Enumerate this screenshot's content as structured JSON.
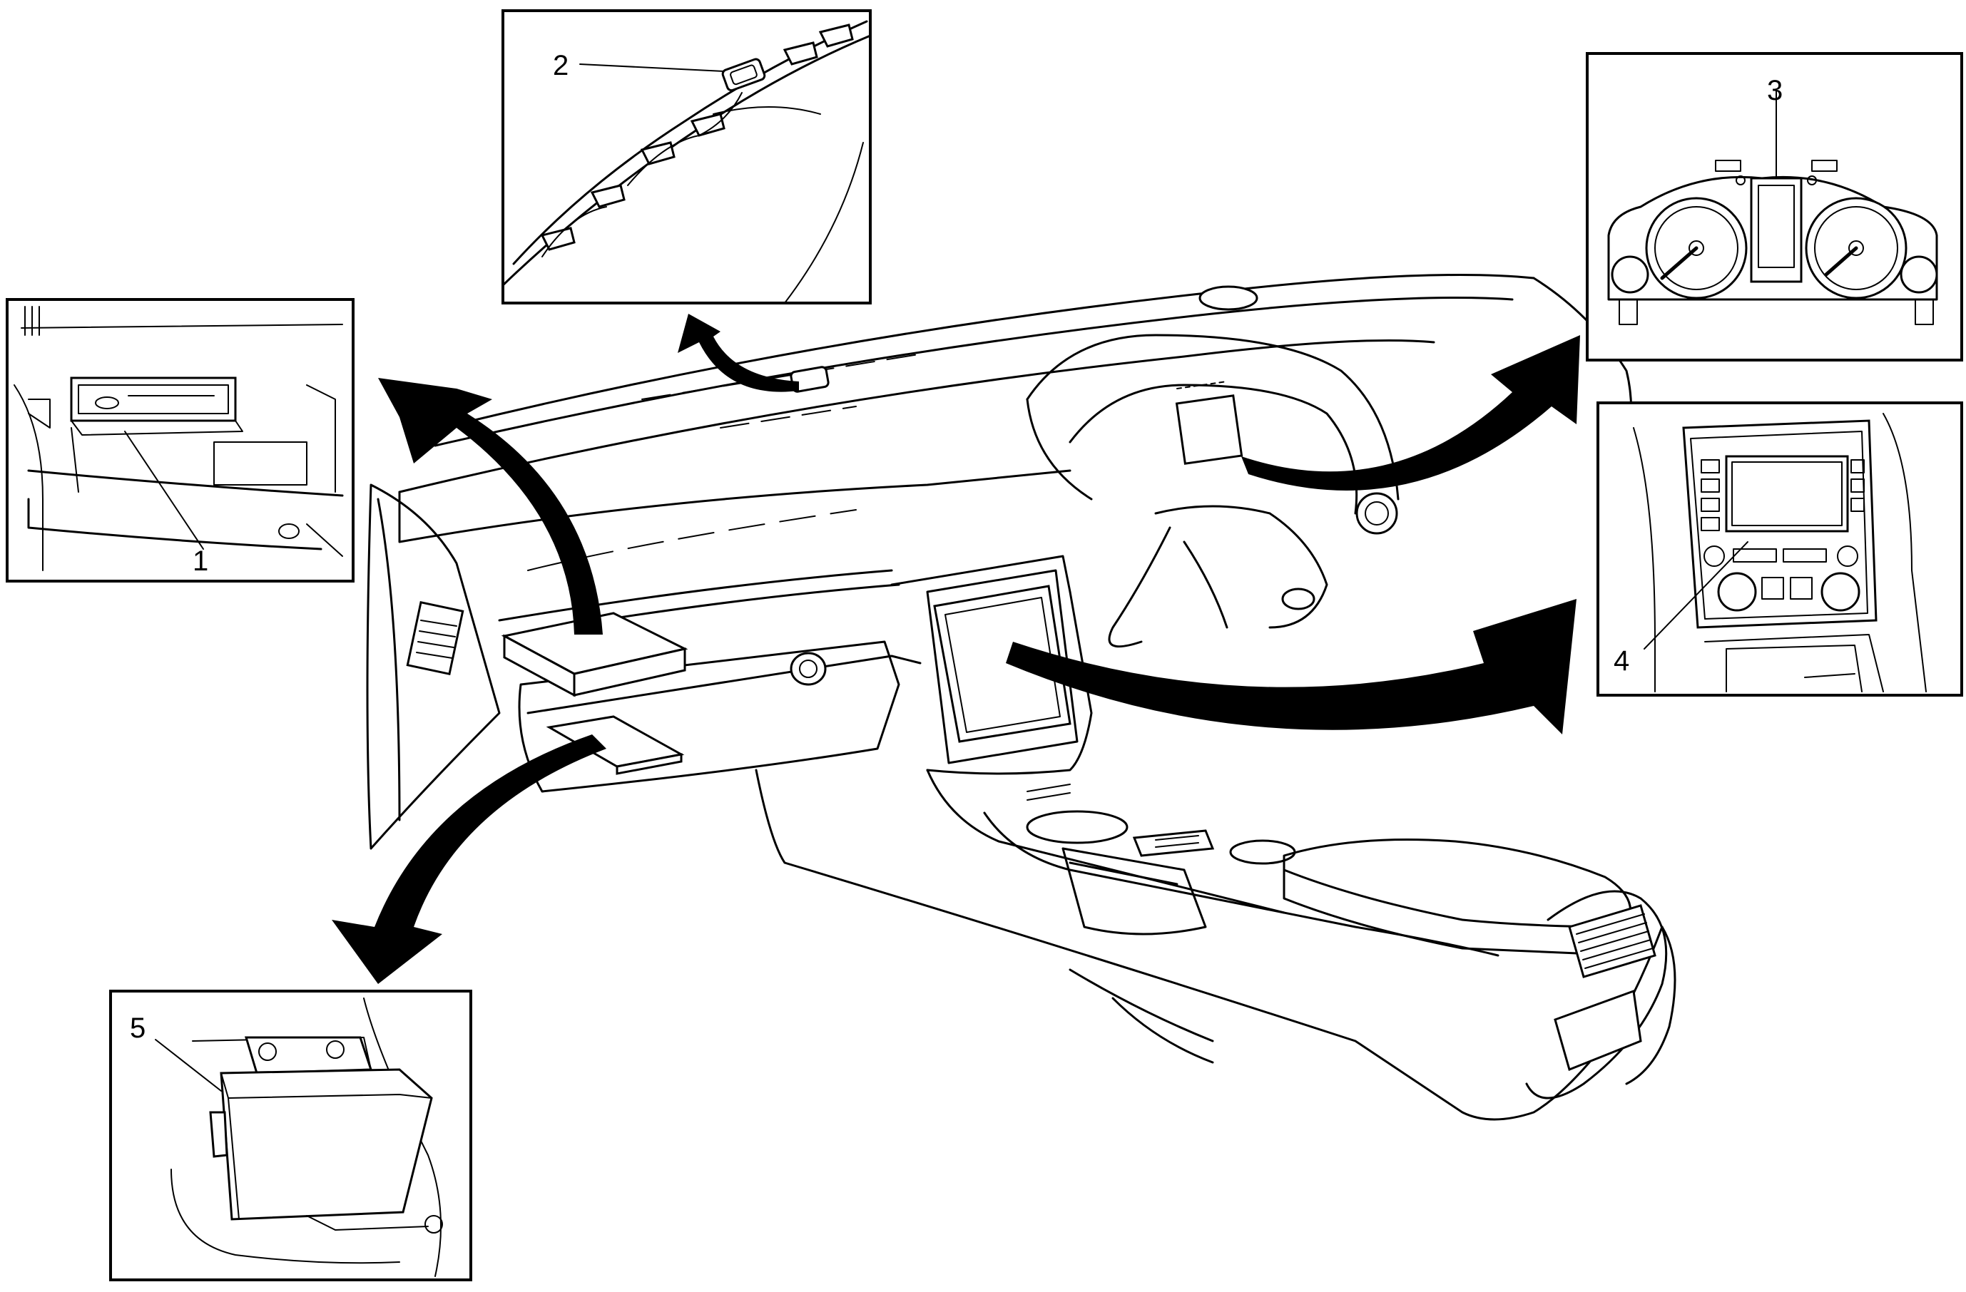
{
  "callouts": [
    {
      "id": 1,
      "label": "1"
    },
    {
      "id": 2,
      "label": "2"
    },
    {
      "id": 3,
      "label": "3"
    },
    {
      "id": 4,
      "label": "4"
    },
    {
      "id": 5,
      "label": "5"
    }
  ]
}
